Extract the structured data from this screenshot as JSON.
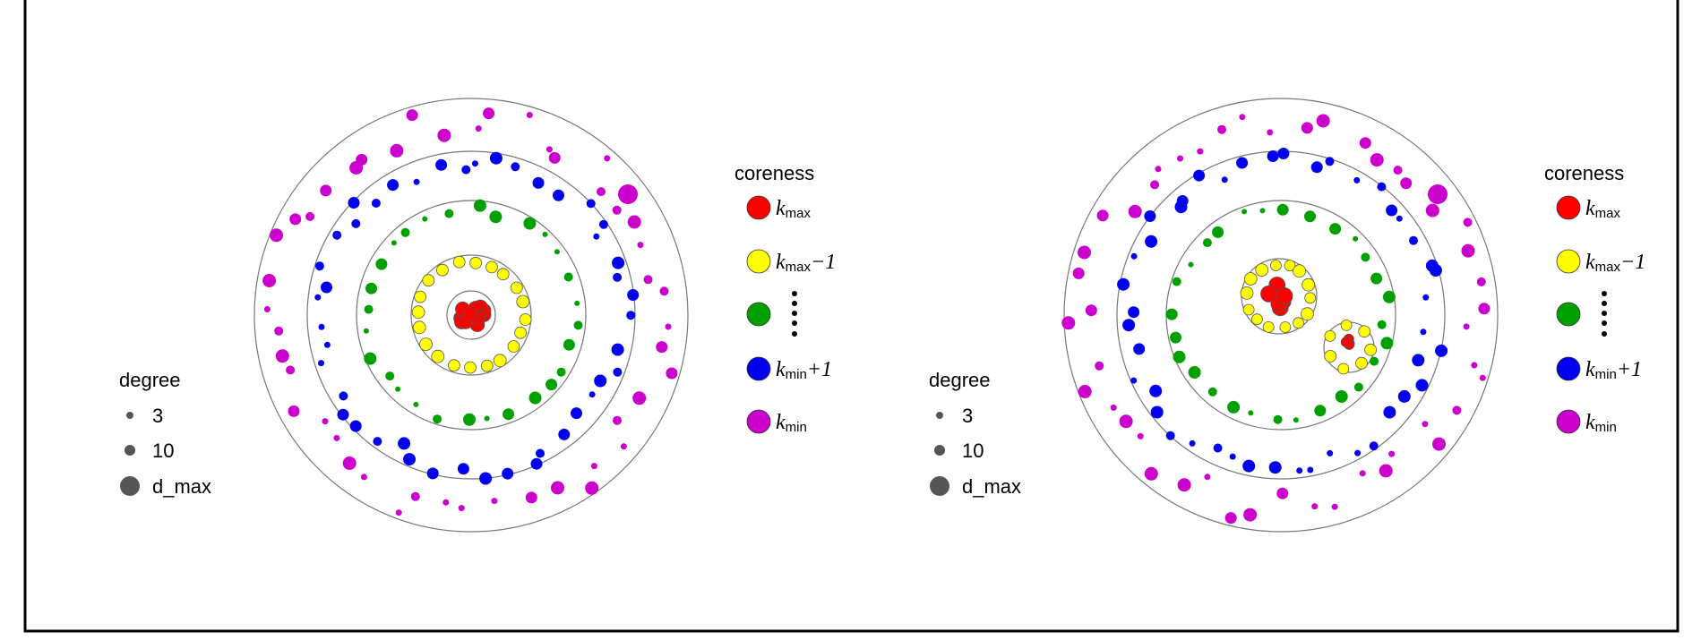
{
  "colors": {
    "kmax": "#ff0000",
    "kmax_minus_1": "#ffff00",
    "middle": "#00a000",
    "kmin_plus_1": "#0000ee",
    "kmin": "#cc00cc",
    "degree_marker": "#555555",
    "ring": "#777777"
  },
  "panels": [
    {
      "degree_legend": {
        "title": "degree",
        "items": [
          "3",
          "10",
          "d_max"
        ]
      },
      "coreness_legend": {
        "title": "coreness",
        "items": [
          {
            "base": "k",
            "sub": "max",
            "suffix": ""
          },
          {
            "base": "k",
            "sub": "max",
            "suffix": "−1"
          },
          {
            "base": "",
            "sub": "",
            "suffix": ""
          },
          {
            "base": "k",
            "sub": "min",
            "suffix": "+1"
          },
          {
            "base": "k",
            "sub": "min",
            "suffix": ""
          }
        ]
      }
    },
    {
      "degree_legend": {
        "title": "degree",
        "items": [
          "3",
          "10",
          "d_max"
        ]
      },
      "coreness_legend": {
        "title": "coreness",
        "items": [
          {
            "base": "k",
            "sub": "max",
            "suffix": ""
          },
          {
            "base": "k",
            "sub": "max",
            "suffix": "−1"
          },
          {
            "base": "",
            "sub": "",
            "suffix": ""
          },
          {
            "base": "k",
            "sub": "min",
            "suffix": "+1"
          },
          {
            "base": "k",
            "sub": "min",
            "suffix": ""
          }
        ]
      }
    }
  ]
}
